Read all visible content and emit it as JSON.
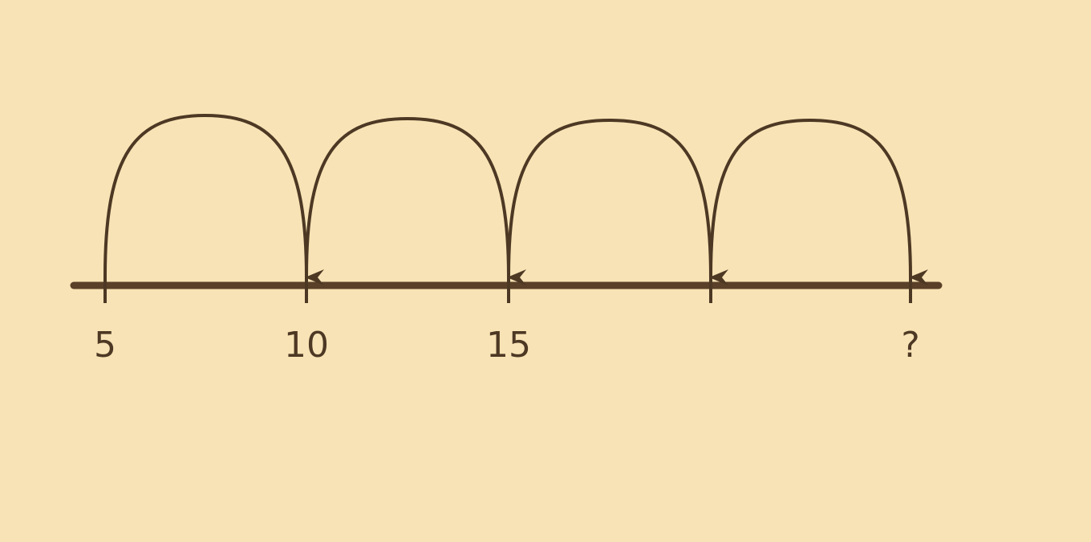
{
  "number_line": {
    "labels": [
      "5",
      "10",
      "15",
      "",
      "?"
    ],
    "jump_count": 4
  },
  "colors": {
    "background": "#f8e3b6",
    "ink": "#4d3824",
    "line": "#5a4028"
  }
}
